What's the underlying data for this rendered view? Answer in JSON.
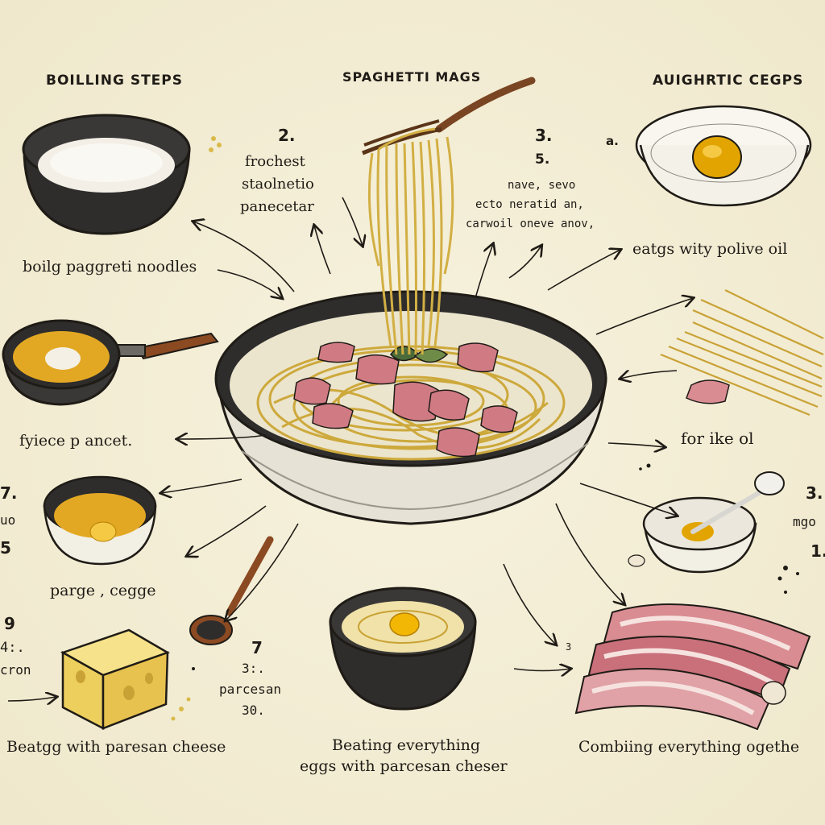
{
  "headings": {
    "left": "BOILLING STEPS",
    "center": "SPAGHETTI MAGS",
    "right": "AUIGHRTIC CEGPS"
  },
  "notes": {
    "n2": "2.",
    "n2_text1": "frochest",
    "n2_text2": "staolnetio",
    "n2_text3": "panecetar",
    "n3": "3.",
    "n5": "5.",
    "n5_text1": "nave, sevo",
    "n5_text2": "ecto neratid an,",
    "n5_text3": "carwoil oneve anov,",
    "n_a": "a.",
    "left7": "7.",
    "left_uo": "uo",
    "left5": "5",
    "left9": "9",
    "left_a": "4:.",
    "left_cron": "cron",
    "mid7": "7",
    "mid3": "3:.",
    "mid_parcesan": "parcesan",
    "mid30": "30.",
    "mid_small3": "3",
    "right3": "3.",
    "right_mgo": "mgo",
    "right1": "1."
  },
  "captions": {
    "boil": "boilg paggreti noodles",
    "fry": "fyiece p ancet.",
    "egg": "parge , cegge",
    "cheese": "Beatgg with paresan cheese",
    "beating1": "Beating everything",
    "beating2": "eggs with parcesan cheser",
    "combine": "Combiing everything ogethe",
    "oil": "eatgs wity polive oil",
    "like": "for  ike  ol"
  },
  "colors": {
    "background": "#f4efd9",
    "ink": "#1f1b16",
    "yolk": "#f2b705",
    "pasta": "#d9b949",
    "bacon": "#c9707a",
    "bowl": "#e6e3d6",
    "bowl_dark": "#2b2a29"
  }
}
